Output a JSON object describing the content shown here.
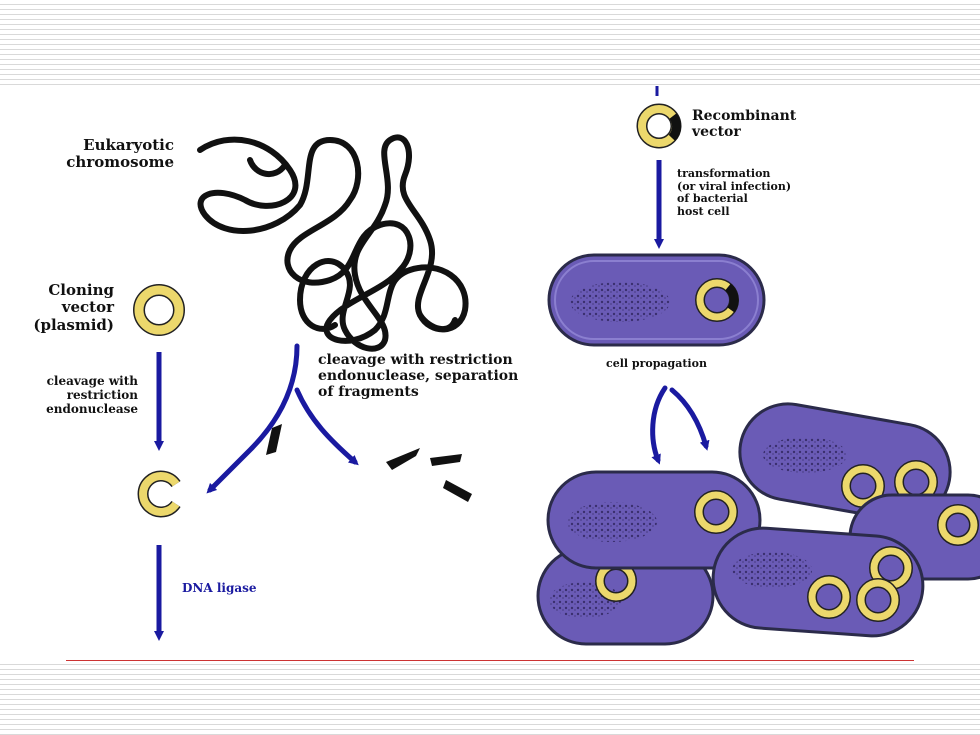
{
  "labels": {
    "eukaryotic_chromosome": "Eukaryotic\nchromosome",
    "cloning_vector": "Cloning\nvector\n(plasmid)",
    "cleavage_left": "cleavage with\nrestriction\nendonuclease",
    "cleavage_center": "cleavage with restriction\nendonuclease, separation\nof fragments",
    "dna_ligase": "DNA ligase",
    "recombinant_vector": "Recombinant\nvector",
    "transformation": "transformation\n(or viral infection)\nof bacterial\nhost cell",
    "cell_propagation": "cell propagation"
  },
  "colors": {
    "arrow": "#1a1aa0",
    "plasmid_ring": "#e9d66a",
    "cell_fill": "#6a5bb6",
    "cell_border": "#2b2b4a",
    "dna": "#111111",
    "slide_rule": "#cc3333"
  }
}
